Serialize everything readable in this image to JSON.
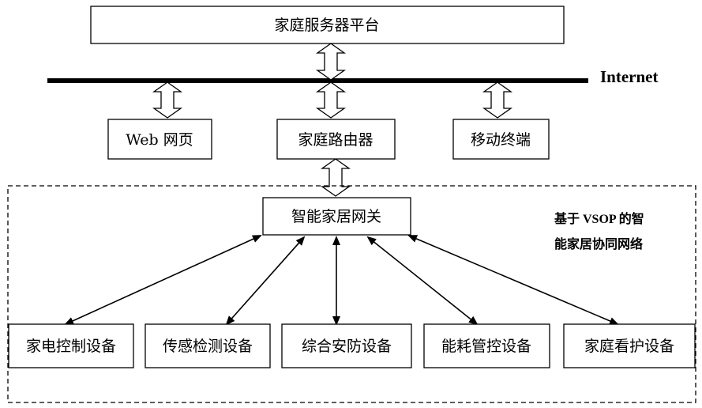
{
  "nodes": {
    "home_server_platform": "家庭服务器平台",
    "internet": "Internet",
    "web_page": "Web 网页",
    "home_router": "家庭路由器",
    "mobile_terminal": "移动终端",
    "smart_gateway": "智能家居网关",
    "network_caption_line1": "基于 VSOP 的智",
    "network_caption_line2": "能家居协同网络",
    "devices": [
      "家电控制设备",
      "传感检测设备",
      "综合安防设备",
      "能耗管控设备",
      "家庭看护设备"
    ]
  },
  "colors": {
    "line": "#000000",
    "background": "#ffffff"
  }
}
